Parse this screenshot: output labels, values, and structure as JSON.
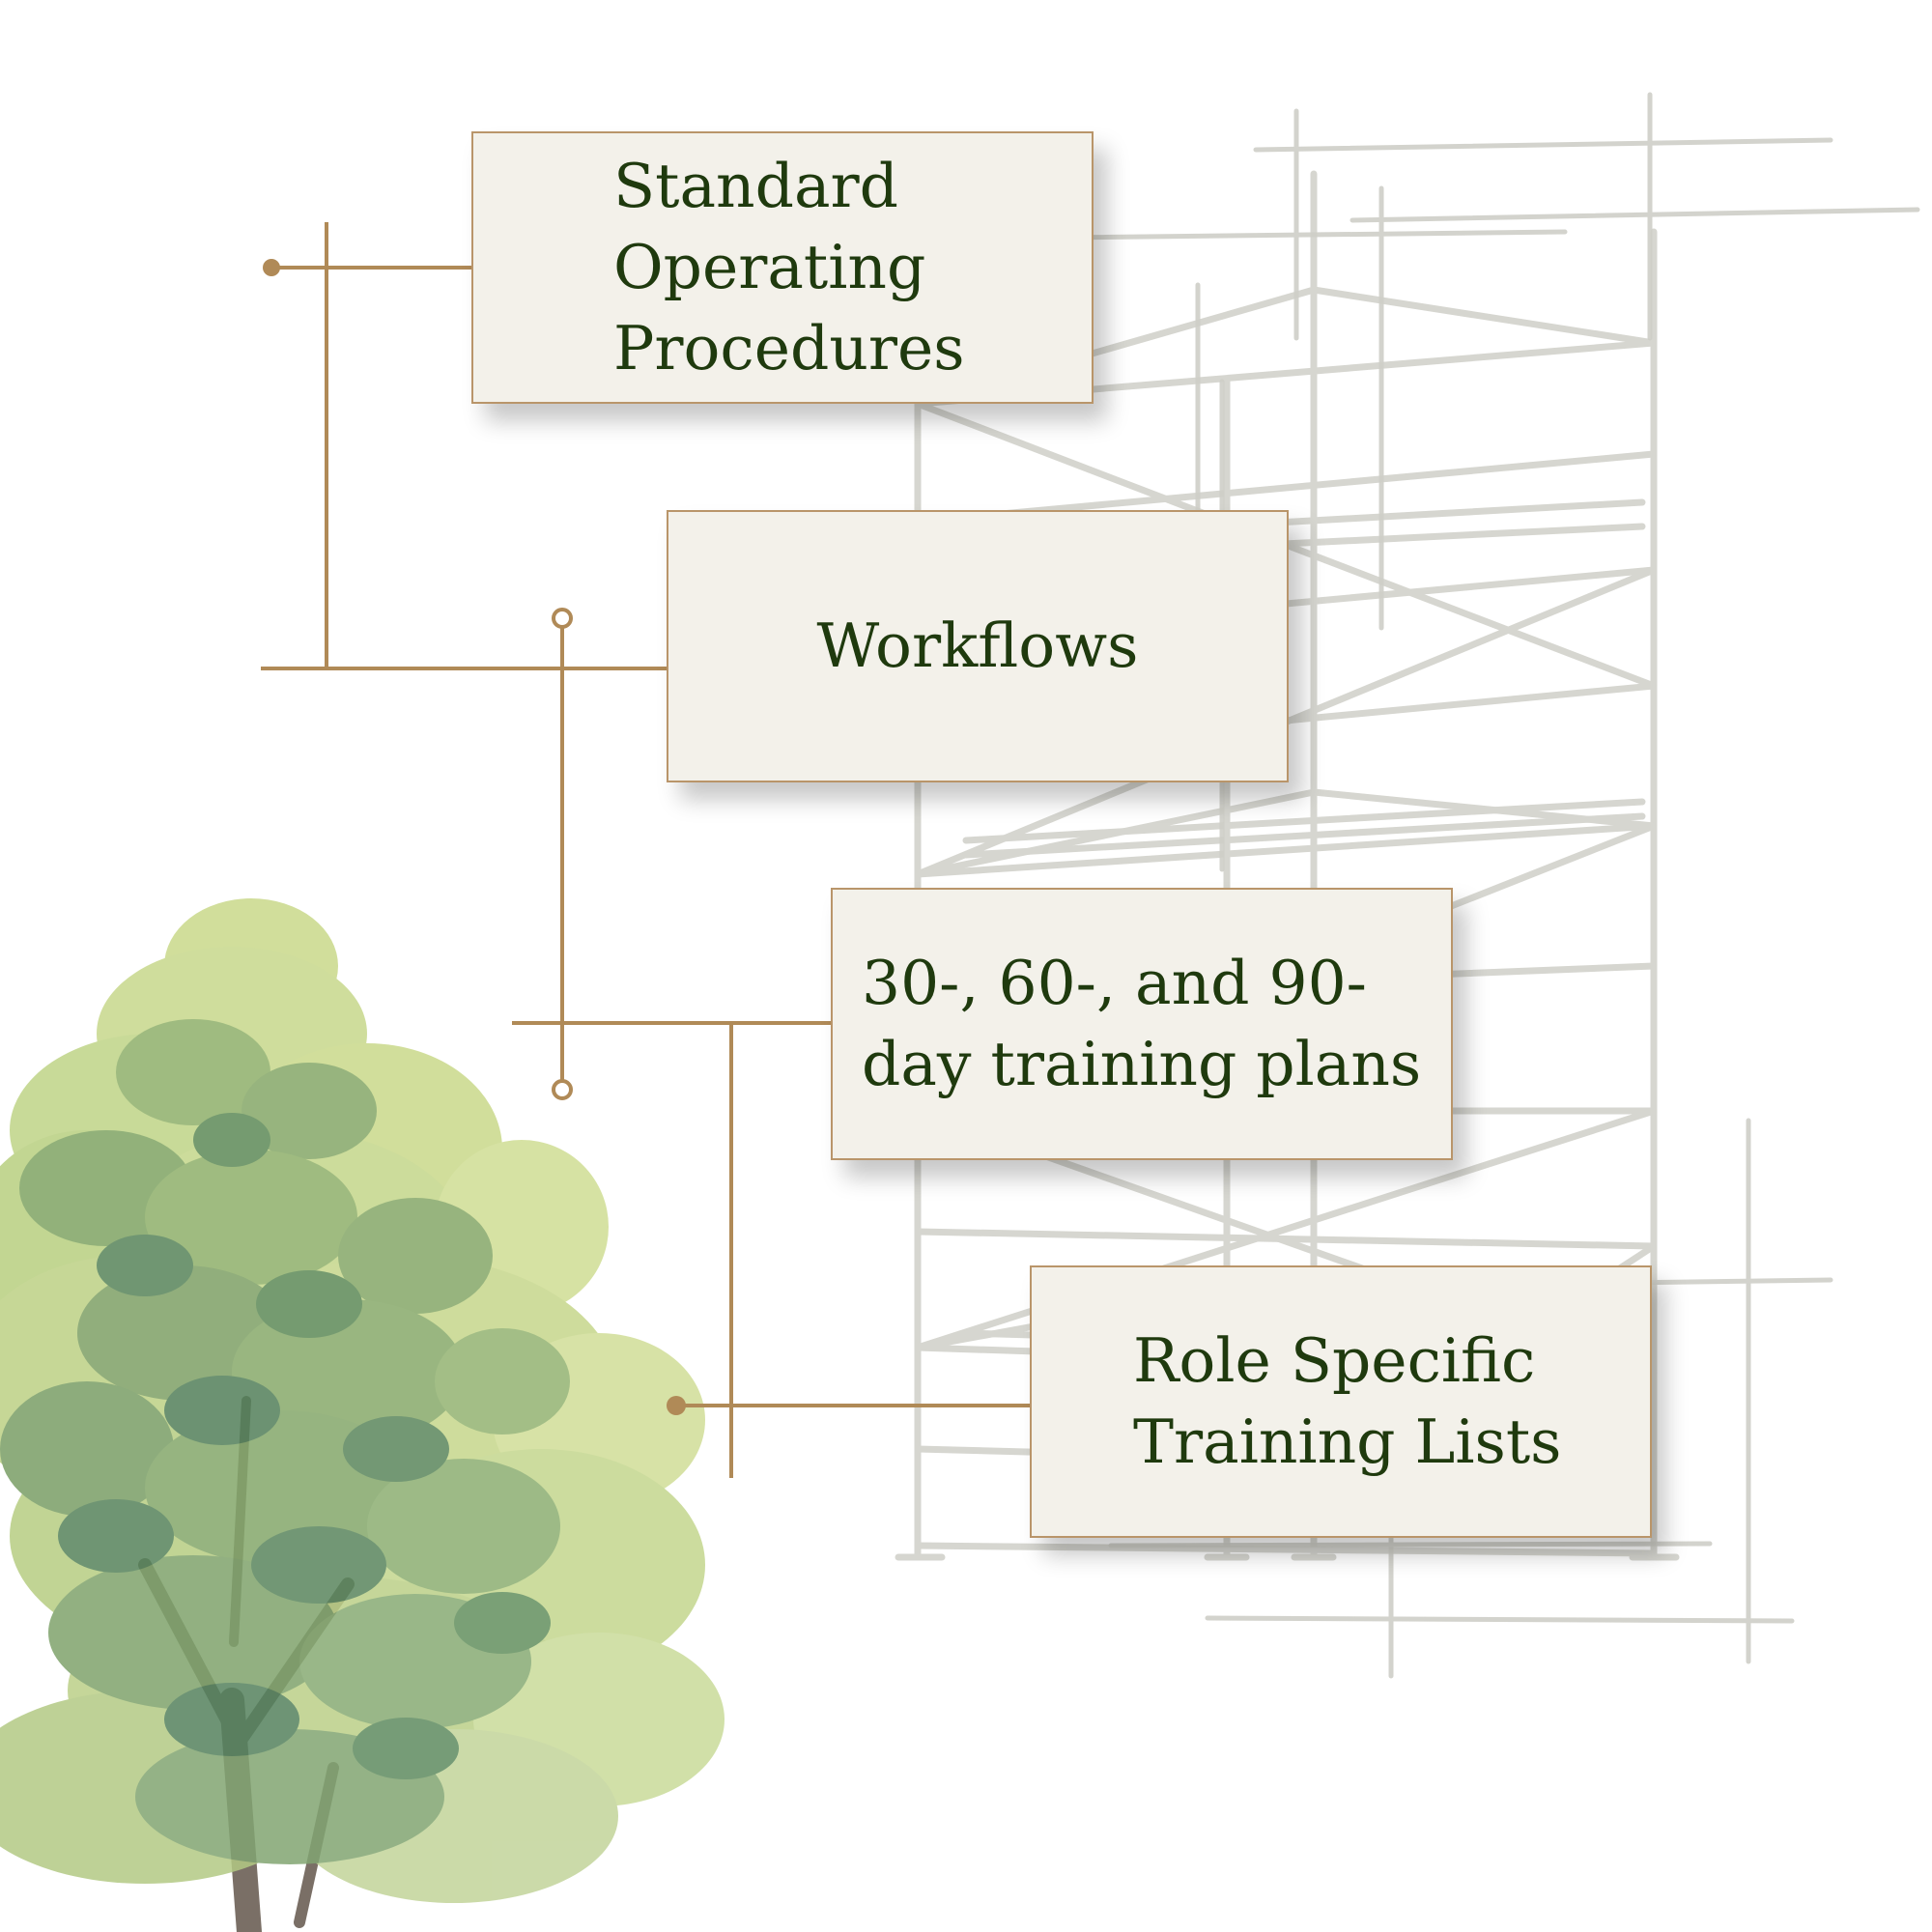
{
  "colors": {
    "card_fill": "#f3f1ea",
    "card_border": "#b9956a",
    "text": "#1f3a0e",
    "connector": "#b08a57",
    "scaffold": "#d8d8d2",
    "foliage_light": "#c9d98a",
    "foliage_mid": "#8fb06a",
    "foliage_dark": "#5e8a58",
    "trunk": "#6f6a63"
  },
  "diagram": {
    "items": [
      {
        "id": "sop",
        "label": "Standard\nOperating\nProcedures"
      },
      {
        "id": "workflows",
        "label": "Workflows"
      },
      {
        "id": "training-plans",
        "label": "30-, 60-, and 90-\nday training plans"
      },
      {
        "id": "role-training",
        "label": "Role Specific\nTraining Lists"
      }
    ]
  },
  "illustrations": [
    {
      "name": "scaffolding-sketch-icon"
    },
    {
      "name": "watercolor-tree-icon"
    }
  ]
}
